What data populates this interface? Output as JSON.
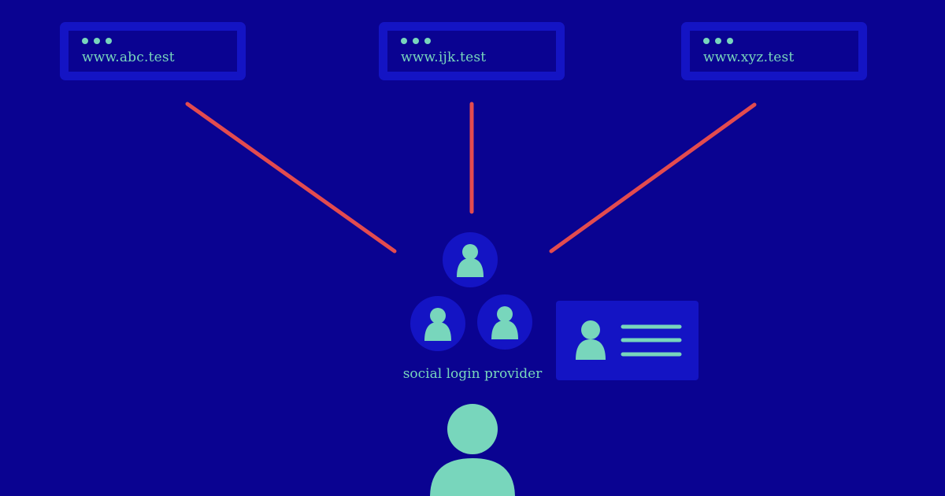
{
  "sites": [
    {
      "url": "www.abc.test"
    },
    {
      "url": "www.ijk.test"
    },
    {
      "url": "www.xyz.test"
    }
  ],
  "provider": {
    "label": "social login provider"
  },
  "colors": {
    "background": "#0a0391",
    "panel": "#1414c4",
    "accent": "#78d6bc",
    "connector": "#e34b4f"
  }
}
